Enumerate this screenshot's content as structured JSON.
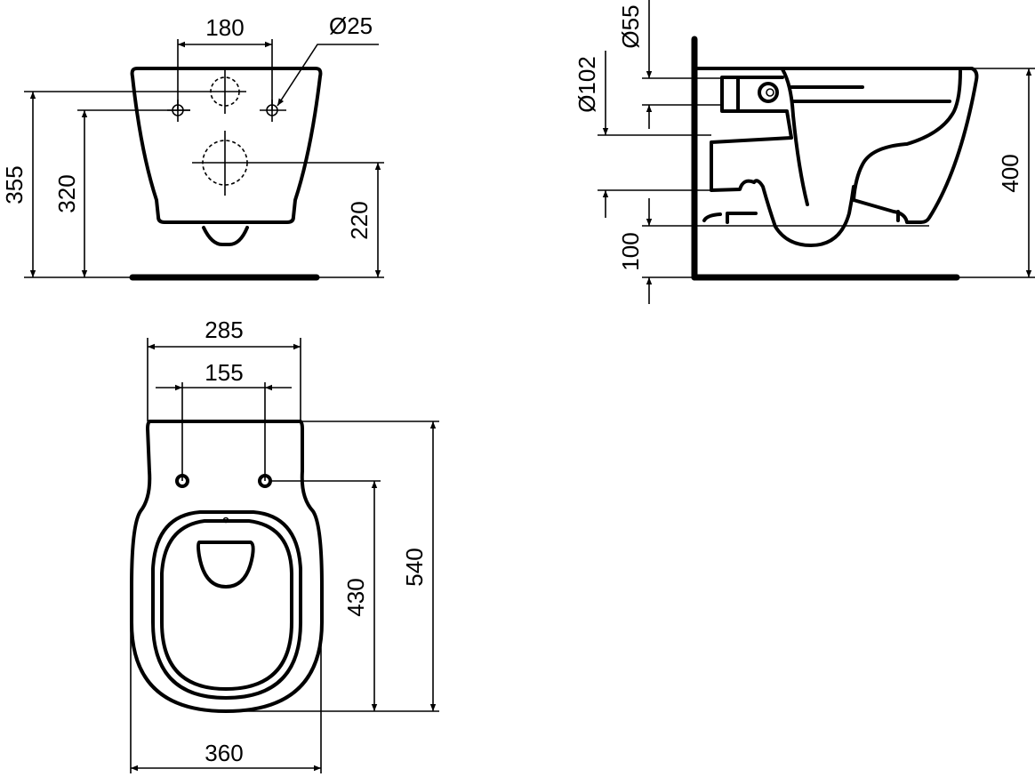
{
  "drawing": {
    "front_view": {
      "dimensions": {
        "hole_spacing": "180",
        "hole_diameter": "Ø25",
        "height_upper": "355",
        "height_fixing": "320",
        "height_outlet": "220"
      }
    },
    "side_view": {
      "dimensions": {
        "inlet_diameter": "Ø55",
        "outlet_diameter": "Ø102",
        "outlet_height": "100",
        "total_height": "400"
      }
    },
    "top_view": {
      "dimensions": {
        "rear_width": "285",
        "seat_hole_spacing": "155",
        "overall_width": "360",
        "hole_to_front": "430",
        "overall_length": "540"
      }
    }
  }
}
